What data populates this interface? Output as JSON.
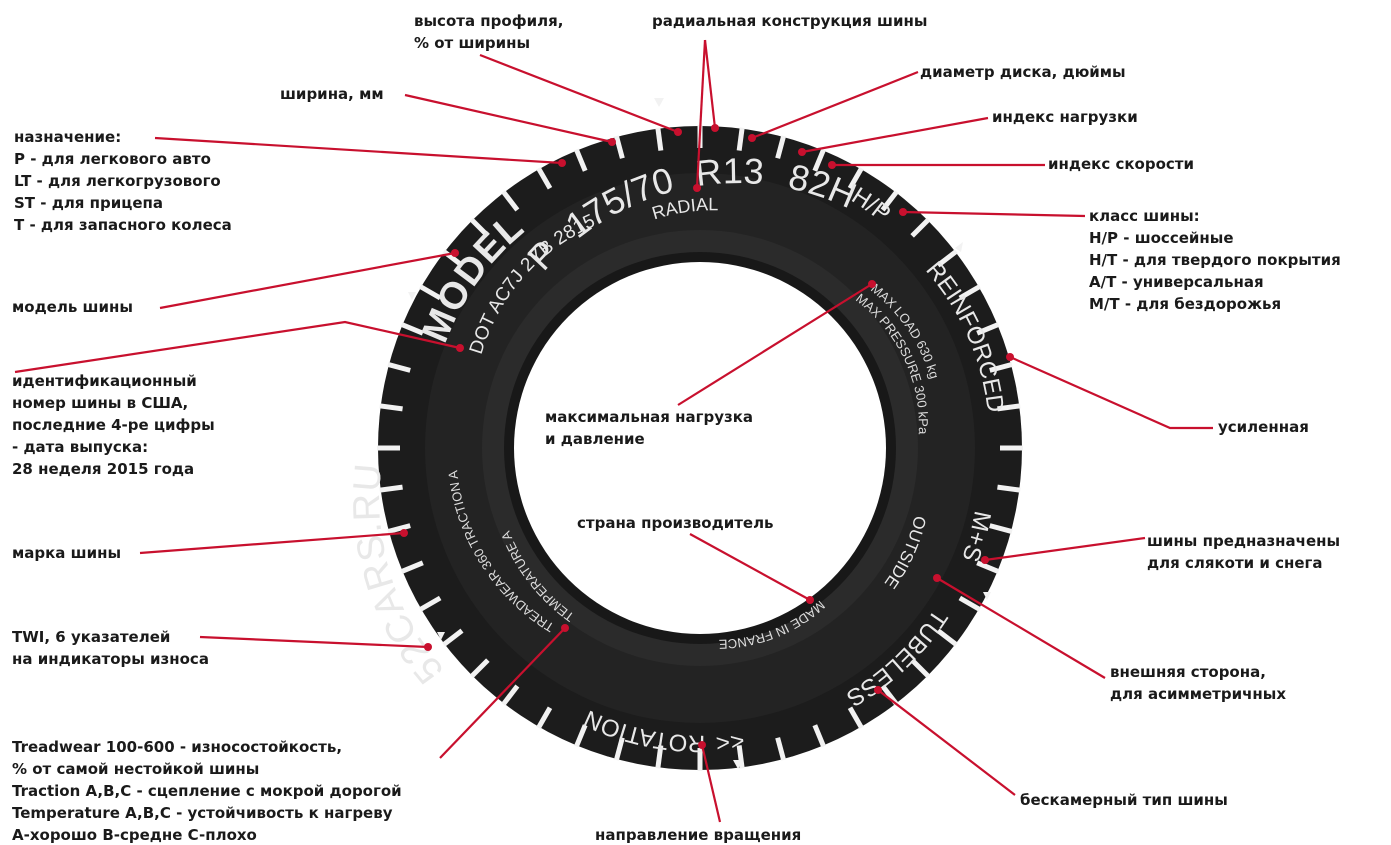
{
  "sidewall": {
    "size_p": "P",
    "size_width_ratio": "175/70",
    "size_r": "R",
    "size_rim": "13",
    "size_load_speed": "82H",
    "radial": "RADIAL",
    "dot": "DOT AC7J 2YB 2815",
    "model": "MODEL",
    "brand": "52CARS.RU",
    "hp": "H/P",
    "reinforced": "REINFORCED",
    "ms": "M+S",
    "tubeless": "TUBELESS",
    "rotation": "ROTATION",
    "rotation_arrows": "<<",
    "treadwear": "TREADWEAR 360 TRACTION A",
    "temperature": "TEMPERATURE A",
    "max_load": "MAX LOAD 630 kg",
    "max_pressure": "MAX PRESSURE 300 kPa",
    "outside": "OUTSIDE",
    "made_in": "MADE IN FRANCE"
  },
  "labels": {
    "profile_height": [
      "высота профиля,",
      "% от ширины"
    ],
    "radial_construction": [
      "радиальная конструкция шины"
    ],
    "rim_diameter": [
      "диаметр диска, дюймы"
    ],
    "width": [
      "ширина, мм"
    ],
    "load_index": [
      "индекс нагрузки"
    ],
    "speed_index": [
      "индекс скорости"
    ],
    "purpose": [
      "назначение:",
      "P - для легкового авто",
      "LT - для легкогрузового",
      "ST - для прицепа",
      "T - для запасного колеса"
    ],
    "tire_class": [
      "класс шины:",
      "H/P - шоссейные",
      "H/T - для твердого покрытия",
      "A/T - универсальная",
      "M/T - для бездорожья"
    ],
    "model": [
      "модель шины"
    ],
    "identification": [
      "идентификационный",
      "номер шины в США,",
      "последние 4-ре цифры",
      "- дата выпуска:",
      "28 неделя 2015 года"
    ],
    "max_load_pressure": [
      "максимальная нагрузка",
      "и давление"
    ],
    "reinforced": [
      "усиленная"
    ],
    "country": [
      "страна производитель"
    ],
    "brand": [
      "марка шины"
    ],
    "mud_snow": [
      "шины предназначены",
      "для слякоти и снега"
    ],
    "twi": [
      "TWI, 6 указателей",
      "на индикаторы износа"
    ],
    "outside": [
      "внешняя сторона,",
      "для асимметричных"
    ],
    "utqg": [
      "Treadwear 100-600 - износостойкость,",
      "% от самой нестойкой шины",
      "Traction A,B,C - сцепление с мокрой дорогой",
      "Temperature A,B,C - устойчивость к нагреву",
      "A-хорошо B-средне C-плохо"
    ],
    "tubeless": [
      "бескамерный тип шины"
    ],
    "rotation_direction": [
      "направление вращения"
    ]
  },
  "colors": {
    "tire_outer": "#1c1c1c",
    "tire_band": "#2e2e2e",
    "tire_inner": "#161616",
    "tread_notch": "#f2f2f2",
    "leader": "#c8102e",
    "sidewall_text": "#e8e8e8"
  }
}
